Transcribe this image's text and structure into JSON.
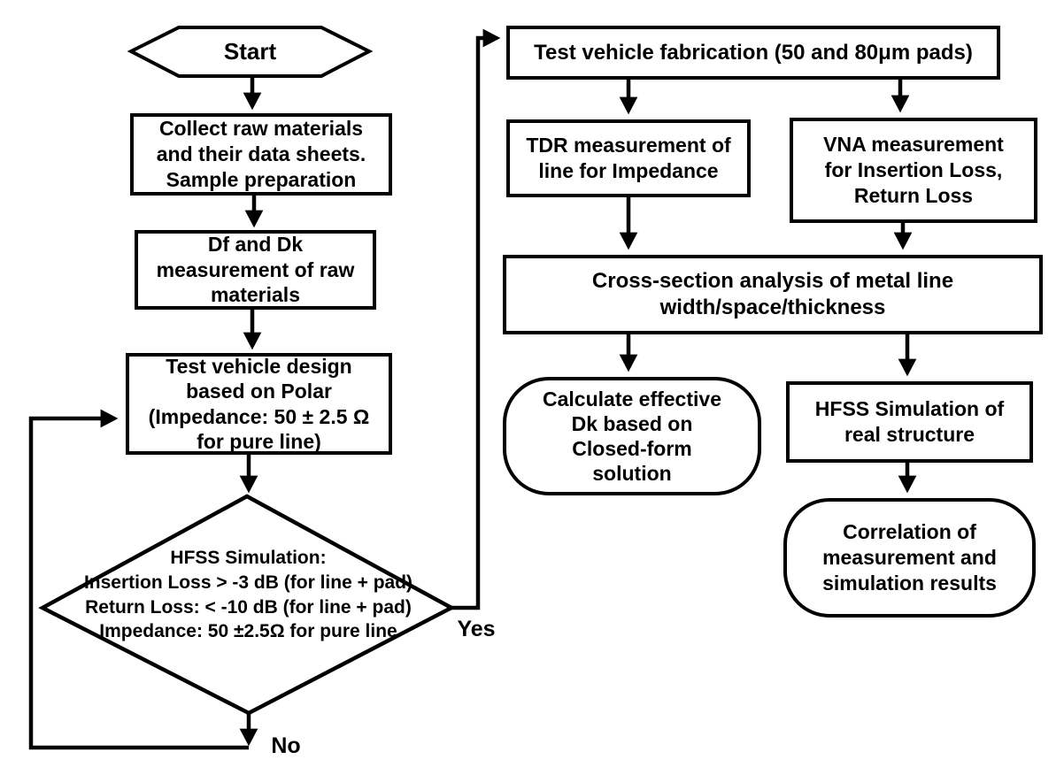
{
  "figure": {
    "title": "Test vehicle design and measurement flowchart",
    "background_color": "#ffffff",
    "line_color": "#000000",
    "nodes": {
      "start": "Start",
      "collect": "Collect raw materials\nand their data sheets.\nSample preparation",
      "df_dk": "Df and Dk\nmeasurement of raw\nmaterials",
      "design": "Test vehicle design\nbased on  Polar\n(Impedance: 50 ± 2.5 Ω\nfor pure line)",
      "decision": "HFSS Simulation:\nInsertion Loss > -3 dB (for line + pad)\nReturn Loss: < -10 dB (for line + pad)\nImpedance: 50 ±2.5Ω for pure line",
      "fabrication": "Test vehicle fabrication (50 and 80μm pads)",
      "tdr": "TDR measurement of\nline for Impedance",
      "vna": "VNA measurement\nfor Insertion Loss,\nReturn Loss",
      "cross_section": "Cross-section analysis of metal line\nwidth/space/thickness",
      "calc_dk": "Calculate effective\nDk based on\nClosed-form\nsolution",
      "hfss_real": "HFSS Simulation of\nreal structure",
      "correlation": "Correlation of\nmeasurement and\nsimulation results"
    },
    "branch_labels": {
      "yes": "Yes",
      "no": "No"
    }
  }
}
